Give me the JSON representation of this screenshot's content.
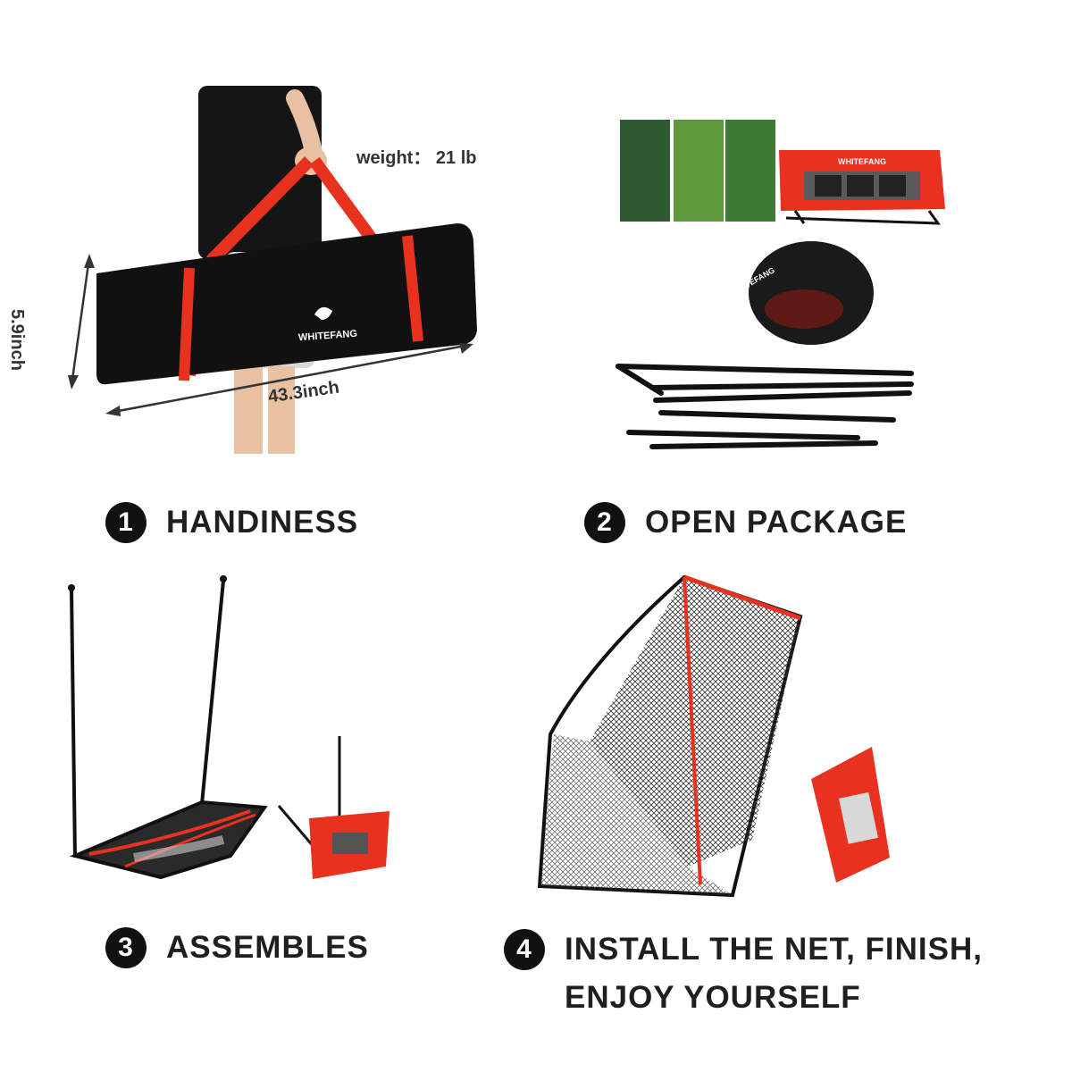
{
  "panel1": {
    "weight_label": "weight： 21 lb",
    "height_label": "5.9inch",
    "length_label": "43.3inch",
    "bag_brand": "WHITEFANG",
    "step_number": "1",
    "step_label": "HANDINESS"
  },
  "panel2": {
    "case_brand": "WHITEFANG",
    "net_brand": "WHITEFANG",
    "step_number": "2",
    "step_label": "OPEN PACKAGE"
  },
  "panel3": {
    "step_number": "3",
    "step_label": "ASSEMBLES"
  },
  "panel4": {
    "step_number": "4",
    "step_label_line1": "INSTALL THE NET,  FINISH,",
    "step_label_line2": "ENJOY YOURSELF"
  },
  "colors": {
    "accent_red": "#e8321f",
    "bag_black": "#111111",
    "turf_dark": "#2f5a2f",
    "turf_light": "#5f9a3a"
  }
}
